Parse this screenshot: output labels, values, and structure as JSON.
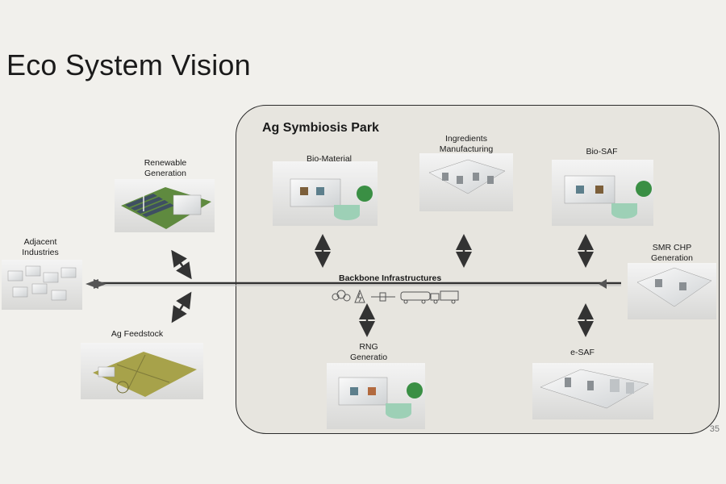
{
  "title": "Eco System Vision",
  "park": {
    "title": "Ag Symbiosis Park"
  },
  "nodes": {
    "renewable": "Renewable\nGeneration",
    "adjacent": "Adjacent\nIndustries",
    "feedstock": "Ag Feedstock",
    "biomaterial": "Bio-Material",
    "ingredients": "Ingredients\nManufacturing",
    "biosaf": "Bio-SAF",
    "smr": "SMR CHP\nGeneration",
    "rng": "RNG\nGeneratio\nn",
    "esaf": "e-SAF"
  },
  "backbone": {
    "label": "Backbone Infrastructures",
    "icons": [
      "steam-icon",
      "power-icon",
      "pipe-valve-icon",
      "tanker-truck-icon"
    ]
  },
  "page_number": "35"
}
